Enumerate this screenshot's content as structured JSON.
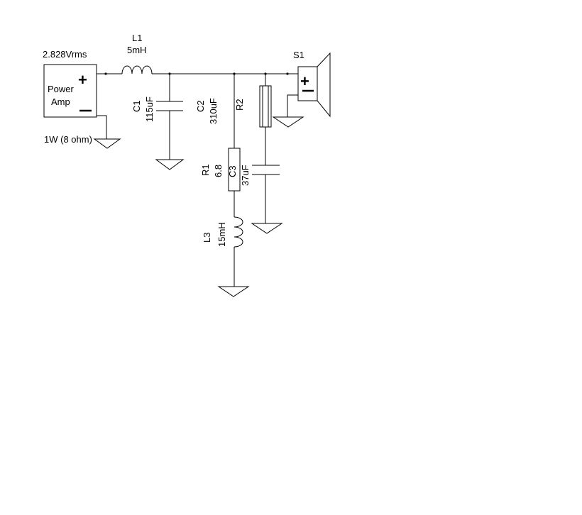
{
  "source": {
    "voltage_label": "2.828Vrms",
    "name_line1": "Power",
    "name_line2": "Amp",
    "rating_label": "1W (8 ohm)",
    "plus_symbol": "+",
    "plus_color": "#d00000"
  },
  "components": {
    "l1": {
      "ref": "L1",
      "value": "5mH"
    },
    "c1": {
      "ref": "C1",
      "value": "115uF"
    },
    "c2": {
      "ref": "C2",
      "value": "310uF"
    },
    "r2": {
      "ref": "R2"
    },
    "r1": {
      "ref": "R1",
      "value": "6.8"
    },
    "c3": {
      "ref": "C3",
      "value": "37uF"
    },
    "l3": {
      "ref": "L3",
      "value": "15mH"
    },
    "s1": {
      "ref": "S1",
      "plus_symbol": "+"
    }
  }
}
